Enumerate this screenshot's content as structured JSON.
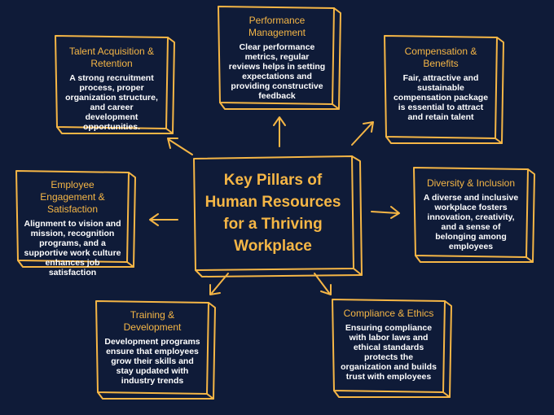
{
  "center": {
    "lines": [
      "Key Pillars of",
      "Human Resources",
      "for a Thriving",
      "Workplace"
    ]
  },
  "pillars": {
    "talent": {
      "title": "Talent Acquisition & Retention",
      "desc": "A strong recruitment process, proper organization structure, and career development opportunities."
    },
    "performance": {
      "title": "Performance Management",
      "desc": "Clear performance metrics, regular reviews helps in setting expectations and providing constructive feedback"
    },
    "compensation": {
      "title": "Compensation & Benefits",
      "desc": "Fair, attractive and sustainable compensation package is essential to attract and retain talent"
    },
    "engagement": {
      "title": "Employee Engagement & Satisfaction",
      "desc": "Alignment to vision and mission, recognition programs, and a supportive work culture enhances job satisfaction"
    },
    "diversity": {
      "title": "Diversity & Inclusion",
      "desc": "A diverse and inclusive workplace fosters innovation, creativity, and a sense of belonging among employees"
    },
    "training": {
      "title": "Training & Development",
      "desc": "Development programs ensure that employees grow their skills and stay updated with industry trends"
    },
    "compliance": {
      "title": "Compliance & Ethics",
      "desc": "Ensuring compliance with labor laws and ethical standards protects the organization and builds trust with employees"
    }
  },
  "colors": {
    "background": "#0f1b38",
    "accent": "#f5b646",
    "text": "#ffffff"
  }
}
